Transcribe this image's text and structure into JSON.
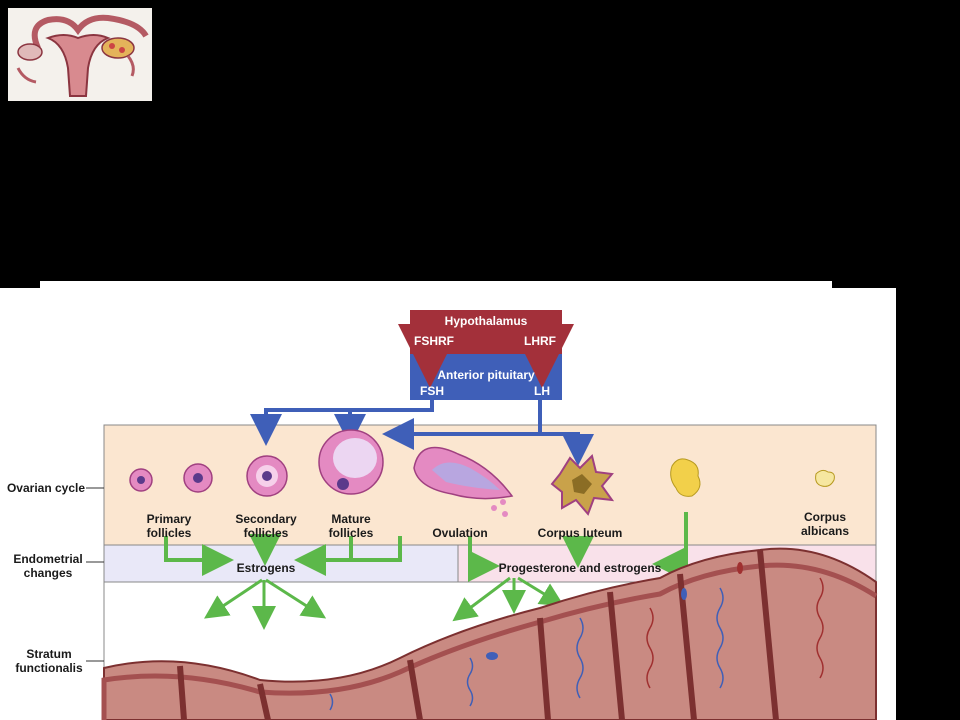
{
  "thumbnail": {
    "icon": "uterus-ovary-icon"
  },
  "hormones": {
    "hypothalamus": "Hypothalamus",
    "fshrf": "FSHRF",
    "lhrf": "LHRF",
    "anterior_pituitary": "Anterior pituitary",
    "fsh": "FSH",
    "lh": "LH"
  },
  "side_labels": {
    "ovarian_cycle": "Ovarian cycle",
    "endometrial_changes": "Endometrial changes",
    "stratum_functionalis": "Stratum functionalis"
  },
  "stages": {
    "primary": "Primary follicles",
    "secondary": "Secondary follicles",
    "mature": "Mature follicles",
    "ovulation": "Ovulation",
    "corpus_luteum": "Corpus luteum",
    "corpus_albicans": "Corpus albicans"
  },
  "products": {
    "estrogens": "Estrogens",
    "progesterone_estrogens": "Progesterone and estrogens"
  },
  "colors": {
    "hypothalamus": "#a3303a",
    "pituitary": "#3f5fb8",
    "arrow_green": "#5cb84a",
    "ovarian_band": "#fbe6d0",
    "estrogen_band": "#e9e8f8",
    "progesterone_band": "#f9e1ea",
    "endometrium": "#c98a82"
  }
}
